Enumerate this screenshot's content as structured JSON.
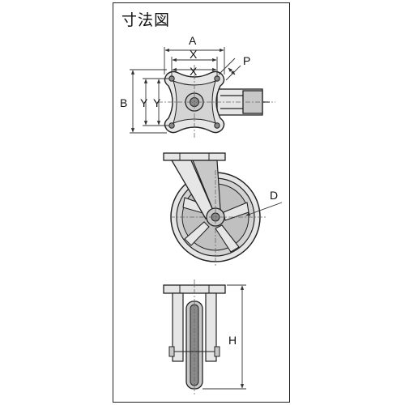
{
  "title": "寸法図",
  "labels": {
    "A": "A",
    "X1": "X",
    "X2": "X",
    "P": "P",
    "B": "B",
    "Y1": "Y",
    "Y2": "Y",
    "D": "D",
    "H": "H"
  },
  "colors": {
    "line": "#222222",
    "dim": "#5a5a5a",
    "fill_light": "#e6e6e6",
    "fill_mid": "#c8c8c8",
    "fill_dark": "#8a8a8a"
  }
}
